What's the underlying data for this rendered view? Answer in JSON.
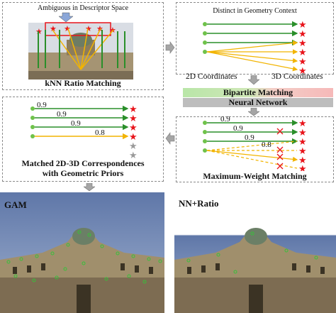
{
  "panel_knn": {
    "top_caption": "Ambiguous in Descriptor Space",
    "bottom_caption": "kNN Ratio Matching"
  },
  "panel_geometry": {
    "top_caption": "Distinct in Geometry Context"
  },
  "middle": {
    "left_label": "2D Coordinates",
    "right_label": "3D Coordinates",
    "bar1_label": "Bipartite Matching",
    "bar2_label": "Neural Network",
    "bar1_colors": [
      "#b9e6a8",
      "#f6b9b9"
    ],
    "bar2_color": "#bdbdbd"
  },
  "panel_mwm": {
    "caption": "Maximum-Weight Matching",
    "scores": [
      "0.9",
      "0.9",
      "0.9",
      "0.8"
    ]
  },
  "panel_matched": {
    "caption_line1": "Matched 2D-3D Correspondences",
    "caption_line2": "with Geometric Priors",
    "scores": [
      "0.9",
      "0.9",
      "0.9",
      "0.8"
    ]
  },
  "results": {
    "left_label": "GAM",
    "right_label": "NN+Ratio"
  },
  "colors": {
    "green": "#2a8f2a",
    "yellow": "#f2b400",
    "red": "#e8141b",
    "gray_star": "#9a9a9a",
    "arrow_gray": "#9a9a9a",
    "sky": "#6f86b6",
    "building": "#9a8b6c"
  }
}
